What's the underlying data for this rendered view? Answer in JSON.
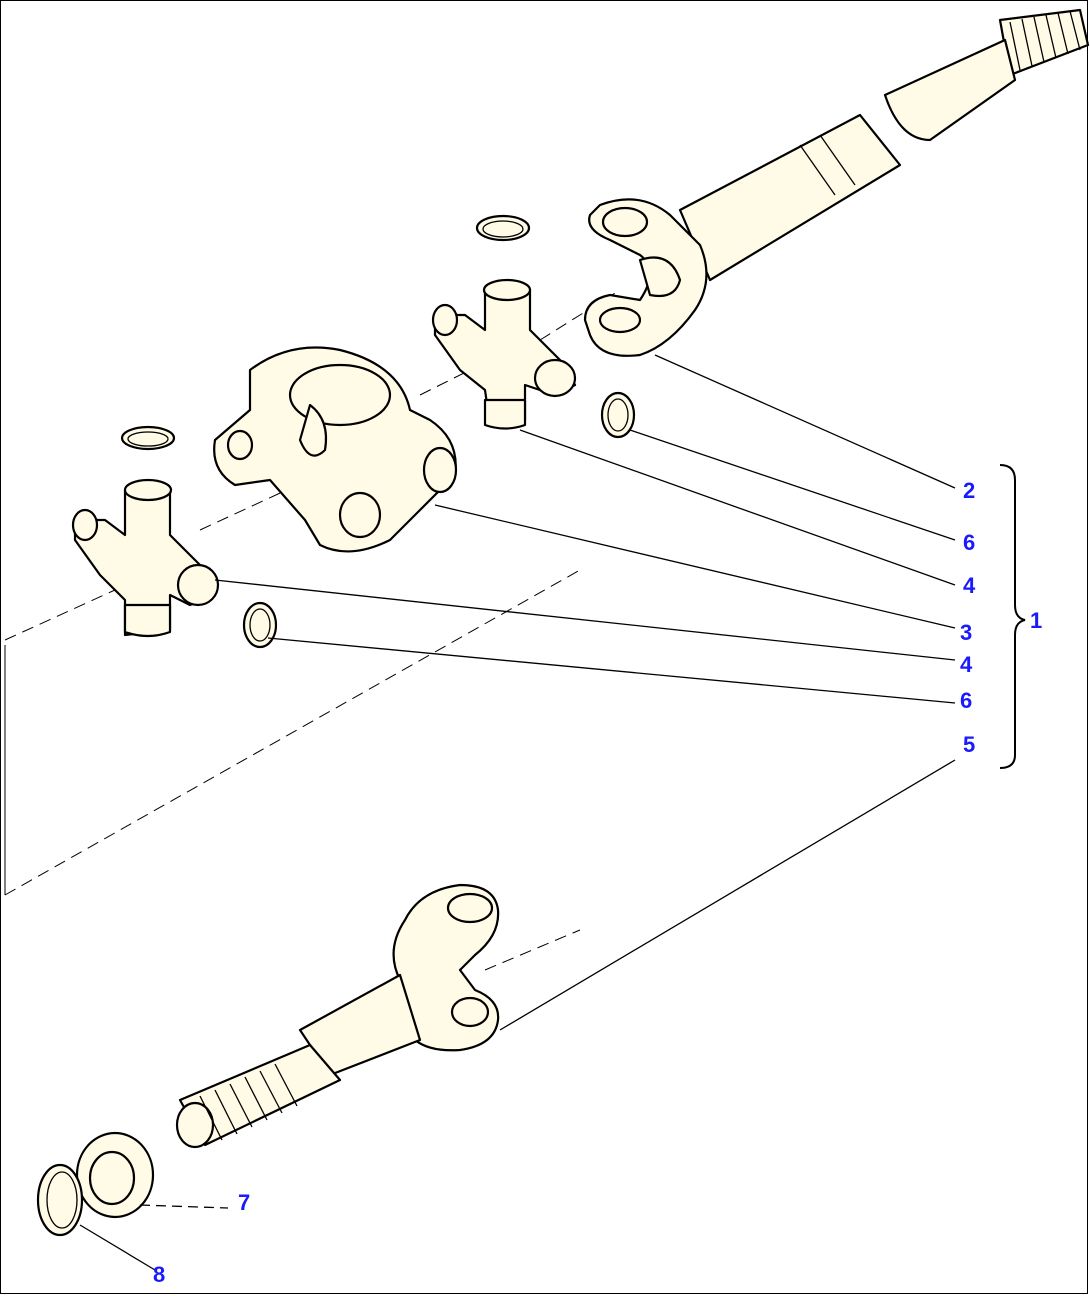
{
  "diagram": {
    "colors": {
      "part_fill": "#fffbe6",
      "line": "#000000",
      "callout": "#1a1aff"
    },
    "callouts": [
      {
        "id": "c2",
        "label": "2"
      },
      {
        "id": "c6a",
        "label": "6"
      },
      {
        "id": "c4a",
        "label": "4"
      },
      {
        "id": "c3",
        "label": "3"
      },
      {
        "id": "c4b",
        "label": "4"
      },
      {
        "id": "c6b",
        "label": "6"
      },
      {
        "id": "c5",
        "label": "5"
      },
      {
        "id": "c1",
        "label": "1"
      },
      {
        "id": "c7",
        "label": "7"
      },
      {
        "id": "c8",
        "label": "8"
      }
    ]
  }
}
